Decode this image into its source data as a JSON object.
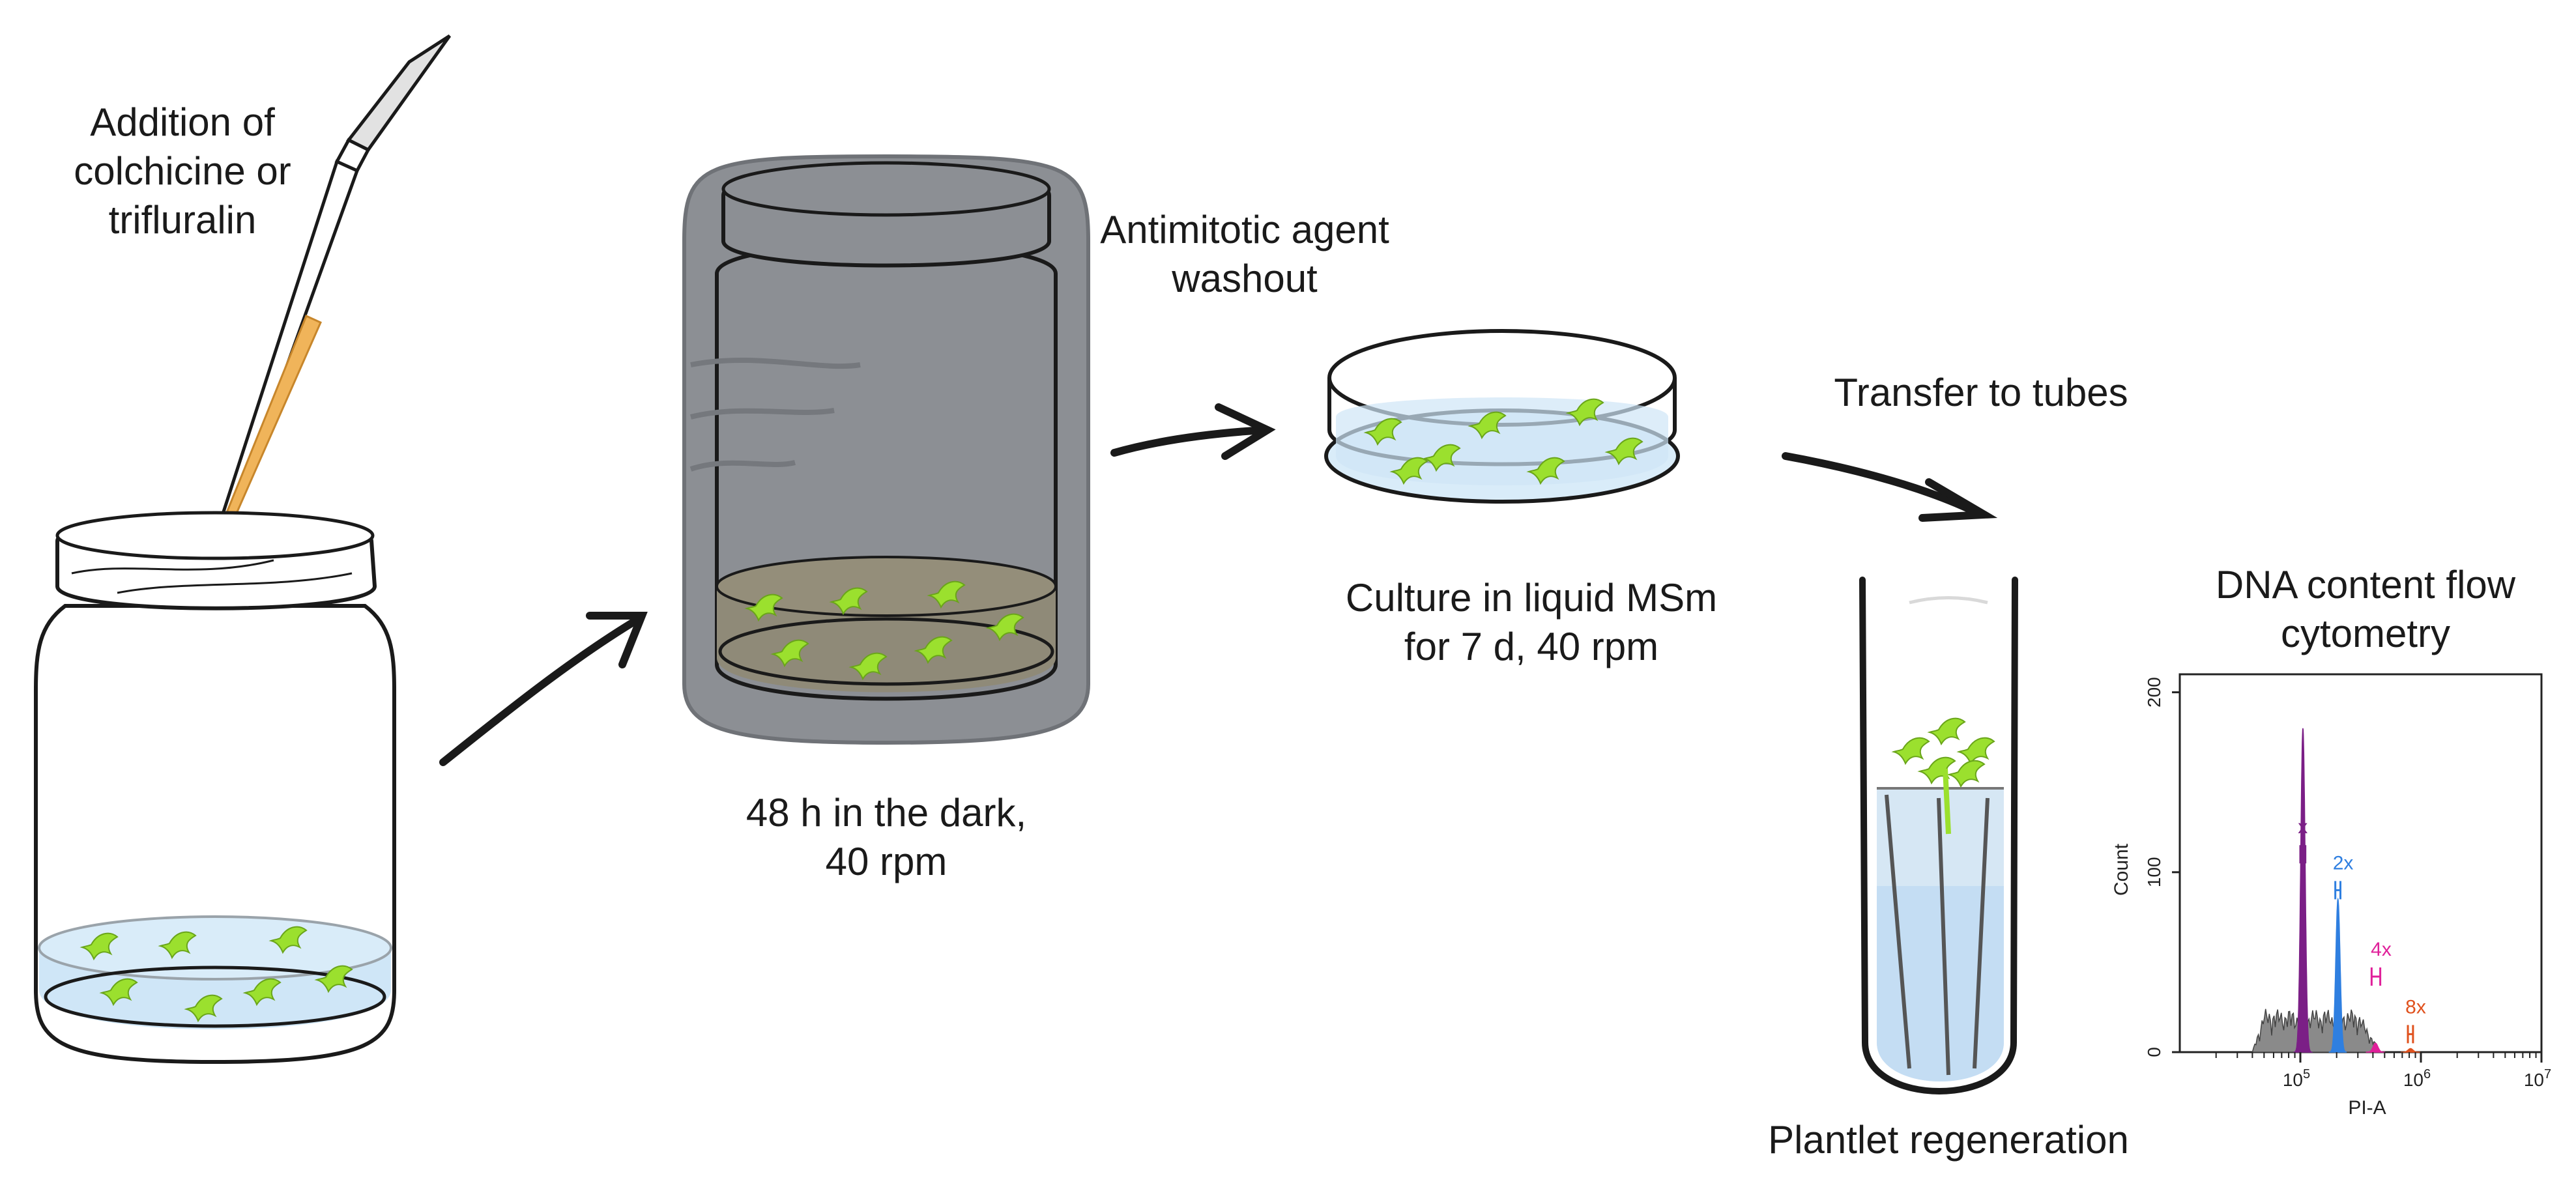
{
  "steps": {
    "addition": [
      "Addition of",
      "colchicine or",
      "trifluralin"
    ],
    "dark": [
      "48 h in the dark,",
      "40 rpm"
    ],
    "washout": [
      "Antimitotic agent",
      "washout"
    ],
    "culture": [
      "Culture in liquid MSm",
      "for 7 d, 40 rpm"
    ],
    "transfer": "Transfer to tubes",
    "regeneration": "Plantlet regeneration",
    "flow": [
      "DNA content flow",
      "cytometry"
    ]
  },
  "chart_data": {
    "type": "area",
    "xlabel": "PI-A",
    "ylabel": "Count",
    "x_scale": "log",
    "xlim": [
      10000,
      10000000
    ],
    "ylim": [
      0,
      210
    ],
    "x_ticks": [
      100000,
      1000000,
      10000000
    ],
    "x_tick_labels": [
      {
        "base": "10",
        "exp": "5"
      },
      {
        "base": "10",
        "exp": "6"
      },
      {
        "base": "10",
        "exp": "7"
      }
    ],
    "y_ticks": [
      0,
      100,
      200
    ],
    "y_tick_labels": [
      "0",
      "100",
      "200"
    ],
    "series": [
      {
        "label": "x",
        "color": "#7b1f86",
        "center": 105000,
        "peak": 180,
        "width": 0.018,
        "gate": [
          100000,
          110000
        ],
        "gate_y": 110
      },
      {
        "label": "2x",
        "color": "#2f7fe0",
        "center": 205000,
        "peak": 85,
        "width": 0.018,
        "gate": [
          195000,
          215000
        ],
        "gate_y": 90
      },
      {
        "label": "4x",
        "color": "#e0209a",
        "center": 420000,
        "peak": 5,
        "width": 0.02,
        "gate": [
          390000,
          460000
        ],
        "gate_y": 42
      },
      {
        "label": "8x",
        "color": "#e0521e",
        "center": 820000,
        "peak": 2,
        "width": 0.02,
        "gate": [
          780000,
          860000
        ],
        "gate_y": 10
      }
    ],
    "background_color": "#8a8a8a",
    "colors": {
      "stroke": "#1a1a1a",
      "leaf": "#9be02e",
      "liquid": "#cfe6f7",
      "jar_dark": "#8c8f94",
      "amber": "#f0b45a"
    }
  }
}
